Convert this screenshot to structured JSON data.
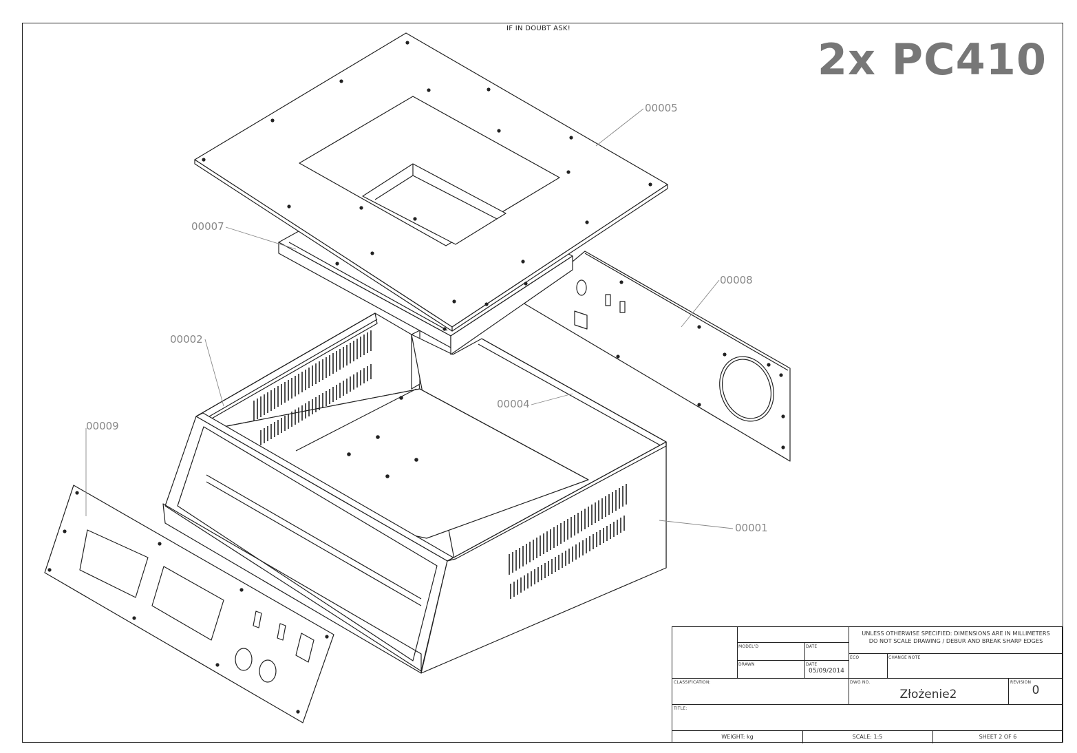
{
  "header": {
    "note": "IF IN DOUBT ASK!",
    "title": "2x PC410"
  },
  "balloons": [
    "00005",
    "00007",
    "00008",
    "00002",
    "00009",
    "00004",
    "00001"
  ],
  "title_block": {
    "spec_line1": "UNLESS OTHERWISE SPECIFIED: DIMENSIONS ARE IN MILLIMETERS",
    "spec_line2": "DO NOT SCALE DRAWING / DEBUR AND BREAK SHARP EDGES",
    "modeld_label": "MODEL'D",
    "date_label": "DATE",
    "drawn_label": "DRAWN",
    "date2_label": "DATE",
    "date_value": "05/09/2014",
    "eco_label": "ECO",
    "change_note_label": "CHANGE NOTE",
    "classification_label": "CLASSIFICATION:",
    "dwg_no_label": "DWG NO.",
    "dwg_no": "Złożenie2",
    "revision_label": "REVISION",
    "revision": "0",
    "title_label": "TITLE:",
    "weight": "WEIGHT: kg",
    "scale": "SCALE: 1:5",
    "sheet": "SHEET 2 OF 6"
  },
  "colors": {
    "line": "#222222",
    "balloon": "#888888",
    "title": "#777777"
  }
}
